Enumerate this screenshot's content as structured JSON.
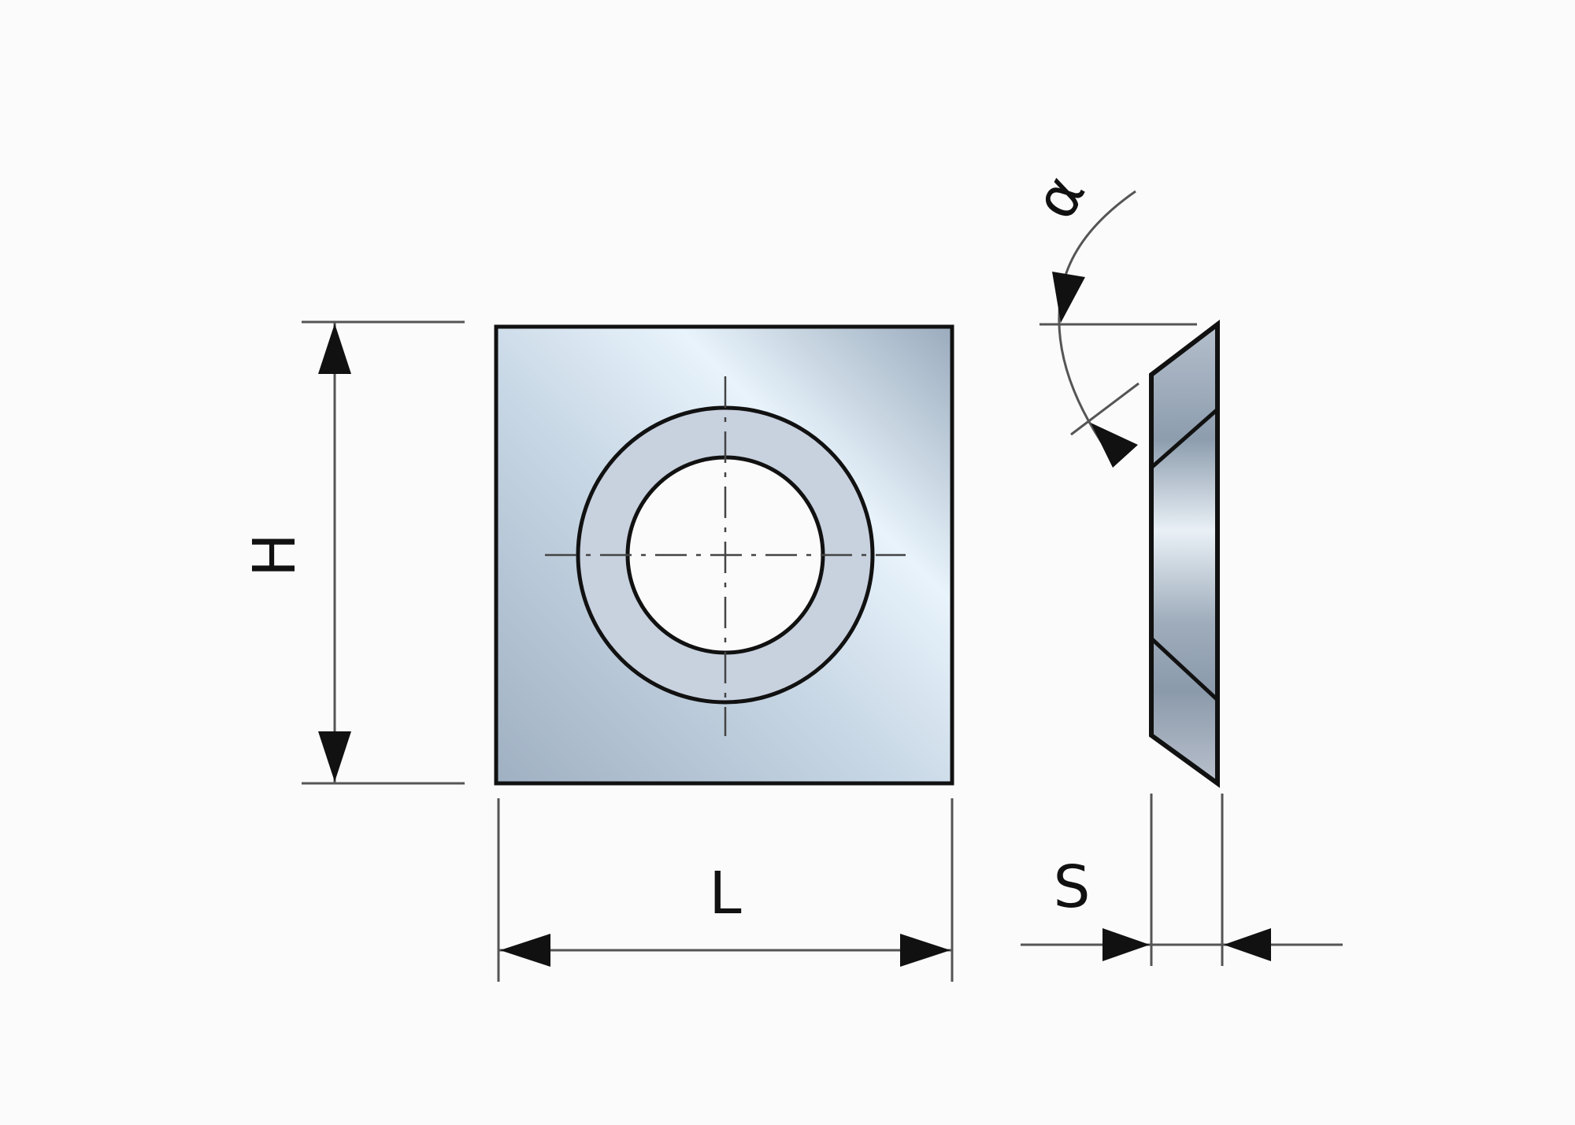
{
  "labels": {
    "height": "H",
    "length": "L",
    "thickness": "S",
    "angle": "α"
  },
  "colors": {
    "steel_light": "#e6f1fa",
    "steel_mid": "#b9c7d6",
    "steel_dark": "#8fa1b3",
    "outline": "#111111"
  }
}
